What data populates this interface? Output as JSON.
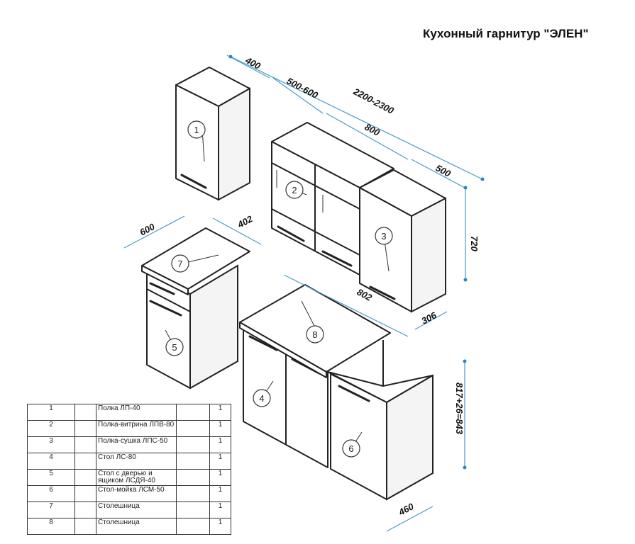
{
  "title": "Кухонный гарнитур \"ЭЛЕН\"",
  "dimensions": {
    "upper_depth": "400",
    "gap": "500-600",
    "total_length": "2200-2300",
    "showcase_width": "800",
    "dryer_width": "500",
    "upper_height": "720",
    "upper_depth_side": "306",
    "table_width": "600",
    "table_depth": "402",
    "counter_width": "802",
    "base_height": "817+26=843",
    "sink_depth": "460"
  },
  "labels": [
    "1",
    "2",
    "3",
    "4",
    "5",
    "6",
    "7",
    "8"
  ],
  "parts_table": [
    {
      "num": "1",
      "name": "Полка ЛП-40",
      "qty": "1"
    },
    {
      "num": "2",
      "name": "Полка-витрина ЛПВ-80",
      "qty": "1"
    },
    {
      "num": "3",
      "name": "Полка-сушка ЛПС-50",
      "qty": "1"
    },
    {
      "num": "4",
      "name": "Стол ЛС-80",
      "qty": "1"
    },
    {
      "num": "5",
      "name": "Стол с дверью и ящиком ЛСДЯ-40",
      "qty": "1"
    },
    {
      "num": "6",
      "name": "Стол-мойка ЛСМ-50",
      "qty": "1"
    },
    {
      "num": "7",
      "name": "Столешница",
      "qty": "1"
    },
    {
      "num": "8",
      "name": "Столешница",
      "qty": "1"
    }
  ],
  "colors": {
    "dimension_line": "#4a9bc7",
    "outline": "#222222"
  }
}
